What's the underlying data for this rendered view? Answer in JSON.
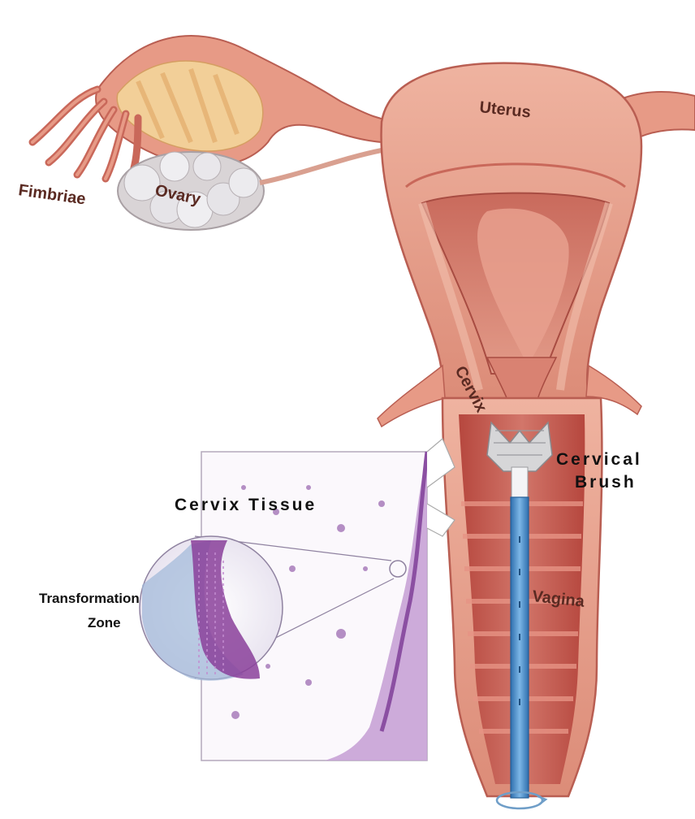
{
  "labels": {
    "fimbriae": "Fimbriae",
    "ovary": "Ovary",
    "uterus": "Uterus",
    "cervix": "Cervix",
    "vagina": "Vagina",
    "cervical_brush_line1": "Cervical",
    "cervical_brush_line2": "Brush",
    "cervix_tissue": "Cervix Tissue",
    "transformation_zone_line1": "Transformation",
    "transformation_zone_line2": "Zone"
  },
  "colors": {
    "tissue_pink": "#e8a08c",
    "tissue_dark": "#c9685a",
    "ovary_gray": "#d9d4d6",
    "tube_yellow": "#f0c98a",
    "brush_blue": "#4a8cc8",
    "histology_purple": "#a070b8"
  }
}
